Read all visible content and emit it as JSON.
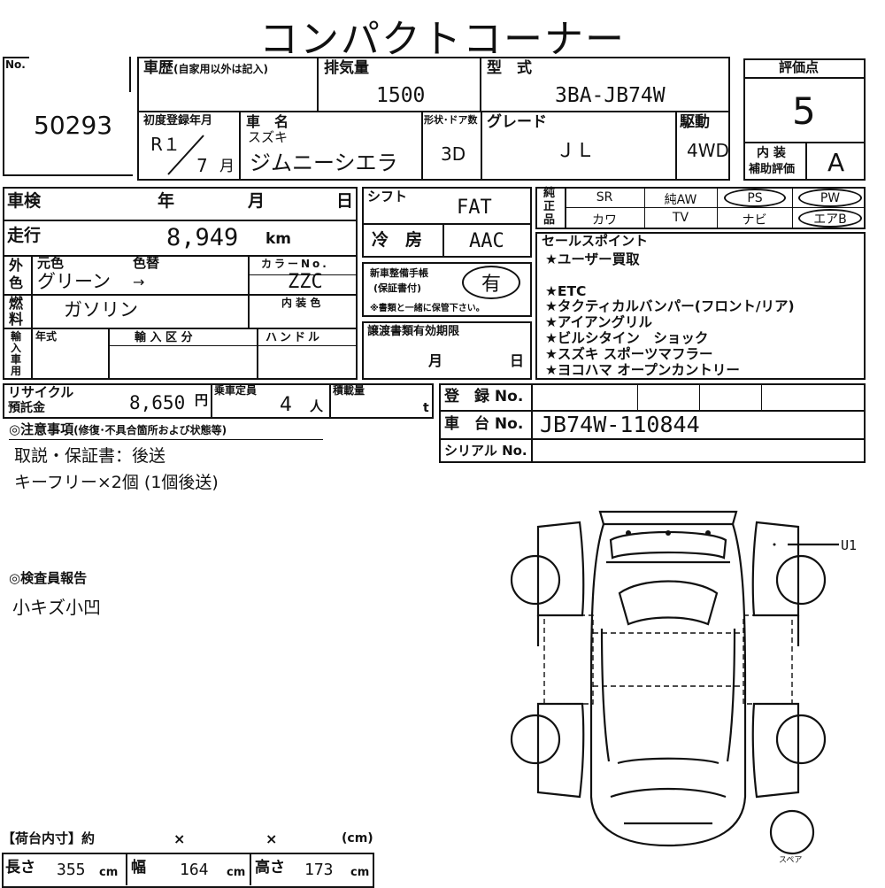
{
  "title": "コンパクトコーナー",
  "lot": {
    "no_label": "No.",
    "no_value": "50293"
  },
  "history": {
    "label": "車歴",
    "note": "(自家用以外は記入)"
  },
  "displacement": {
    "label": "排気量",
    "value": "1500"
  },
  "model": {
    "label": "型　式",
    "value": "3BA-JB74W"
  },
  "score": {
    "label": "評価点",
    "value": "5",
    "interior_label_1": "内 装",
    "interior_label_2": "補助評価",
    "interior_value": "A"
  },
  "first_reg": {
    "label": "初度登録年月",
    "year": "R１",
    "month": "7",
    "month_unit": "月"
  },
  "car_name": {
    "label": "車　名",
    "maker": "スズキ",
    "name": "ジムニーシエラ"
  },
  "doors": {
    "label": "形状･ドア数",
    "value": "3D"
  },
  "grade": {
    "label": "グレード",
    "value": "ＪＬ"
  },
  "drive": {
    "label": "駆動",
    "value": "4WD"
  },
  "inspection": {
    "label": "車検",
    "year": "年",
    "month": "月",
    "day": "日"
  },
  "shift": {
    "label": "シフト",
    "value": "FAT"
  },
  "options": {
    "label_1": "純",
    "label_2": "正",
    "label_3": "品",
    "row1": [
      "SR",
      "純AW",
      "PS",
      "PW"
    ],
    "row2": [
      "カワ",
      "TV",
      "ナビ",
      "エアB"
    ]
  },
  "mileage": {
    "label": "走行",
    "value": "8,949",
    "unit": "km"
  },
  "ac": {
    "label": "冷　房",
    "value": "AAC"
  },
  "sales_points": {
    "label": "セールスポイント",
    "items": [
      "★ユーザー買取",
      "",
      "★ETC",
      "★タクティカルバンパー(フロント/リア)",
      "★アイアングリル",
      "★ビルシタイン　ショック",
      "★スズキ スポーツマフラー",
      "★ヨコハマ オープンカントリー"
    ]
  },
  "color": {
    "outer_1": "外",
    "outer_2": "色",
    "orig_label": "元色",
    "change_label": "色替",
    "value": "グリーン",
    "arrow": "→",
    "code_label": "カラーNo.",
    "code_value": "ZZC"
  },
  "maintenance": {
    "label_1": "新車整備手帳",
    "label_2": "(保証書付)",
    "value": "有",
    "note": "※書類と一緒に保管下さい。"
  },
  "fuel": {
    "label_1": "燃",
    "label_2": "料",
    "value": "ガソリン",
    "interior_color_label": "内 装 色"
  },
  "import": {
    "label_1": "輸",
    "label_2": "入",
    "label_3": "車",
    "label_4": "用",
    "year_label": "年式",
    "category_label": "輸 入 区 分",
    "handle_label": "ハンドル"
  },
  "transfer": {
    "label": "譲渡書類有効期限",
    "month": "月",
    "day": "日"
  },
  "recycle": {
    "label_1": "リサイクル",
    "label_2": "預託金",
    "value": "8,650",
    "unit": "円"
  },
  "capacity": {
    "label": "乗車定員",
    "value": "4",
    "unit": "人"
  },
  "load": {
    "label": "積載量",
    "unit": "t"
  },
  "registration": {
    "label": "登　録 No.",
    "value": ""
  },
  "chassis": {
    "label": "車　台 No.",
    "value": "JB74W-110844"
  },
  "serial": {
    "label": "シリアル No.",
    "value": ""
  },
  "notes": {
    "label": "◎注意事項",
    "sub": "(修復･不具合箇所および状態等)",
    "lines": [
      "取説・保証書：後送",
      "キーフリー×2個 (1個後送)"
    ]
  },
  "inspector": {
    "label": "◎検査員報告",
    "text": "小キズ小凹"
  },
  "cargo": {
    "label": "【荷台内寸】約",
    "x1": "×",
    "x2": "×",
    "unit": "(cm)"
  },
  "dims": {
    "length_label": "長さ",
    "length": "355",
    "width_label": "幅",
    "width": "164",
    "height_label": "高さ",
    "height": "173",
    "unit": "cm"
  },
  "diagram": {
    "mark": "U1",
    "spare": "スペア"
  }
}
